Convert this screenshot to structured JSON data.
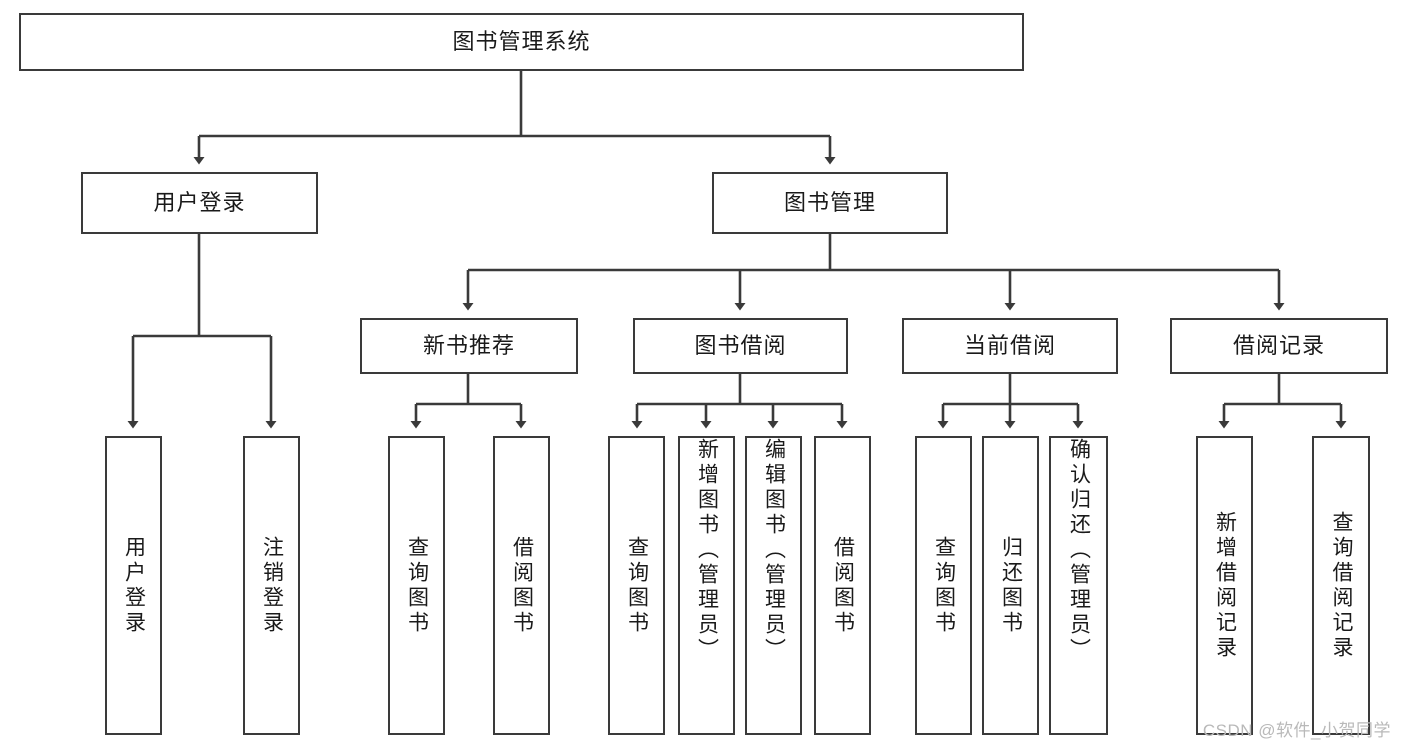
{
  "diagram": {
    "type": "tree",
    "title": "图书管理系统",
    "watermark": "CSDN @软件_小贺同学",
    "style": {
      "box_border": "#3a3a3a",
      "box_fill": "#ffffff",
      "line": "#3a3a3a",
      "text": "#1a1a1a",
      "background": "#ffffff"
    },
    "nodes": {
      "root": {
        "label": "图书管理系统"
      },
      "l2": [
        {
          "label": "用户登录"
        },
        {
          "label": "图书管理"
        }
      ],
      "l3": [
        {
          "label": "新书推荐"
        },
        {
          "label": "图书借阅"
        },
        {
          "label": "当前借阅"
        },
        {
          "label": "借阅记录"
        }
      ],
      "leaves": [
        {
          "label": "用户登录",
          "parent": "用户登录"
        },
        {
          "label": "注销登录",
          "parent": "用户登录"
        },
        {
          "label": "查询图书",
          "parent": "新书推荐"
        },
        {
          "label": "借阅图书",
          "parent": "新书推荐"
        },
        {
          "label": "查询图书",
          "parent": "图书借阅"
        },
        {
          "label": "新增图书（管理员）",
          "parent": "图书借阅"
        },
        {
          "label": "编辑图书（管理员）",
          "parent": "图书借阅"
        },
        {
          "label": "借阅图书",
          "parent": "图书借阅"
        },
        {
          "label": "查询图书",
          "parent": "当前借阅"
        },
        {
          "label": "归还图书",
          "parent": "当前借阅"
        },
        {
          "label": "确认归还（管理员）",
          "parent": "当前借阅"
        },
        {
          "label": "新增借阅记录",
          "parent": "借阅记录"
        },
        {
          "label": "查询借阅记录",
          "parent": "借阅记录"
        }
      ]
    }
  }
}
